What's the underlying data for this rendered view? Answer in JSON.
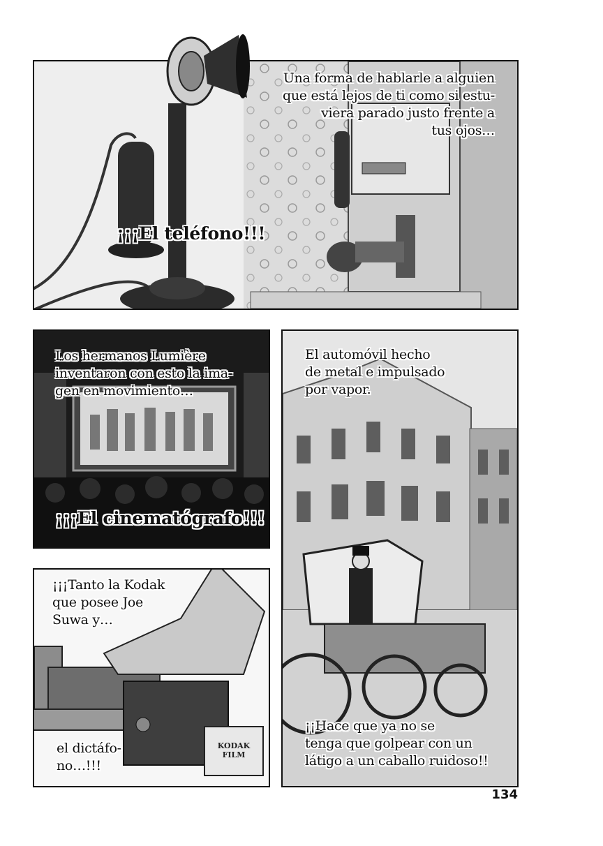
{
  "panels": {
    "telephone": {
      "caption_lines": [
        "Una forma de hablarle a alguien",
        "que está lejos de ti como si estu-",
        "viera parado justo frente a",
        "tus ojos…"
      ],
      "exclamation": "¡¡¡El teléfono!!!"
    },
    "cinema": {
      "caption_lines": [
        "Los hermanos Lumière",
        "inventaron con esto la ima-",
        "gen en movimiento…"
      ],
      "exclamation": "¡¡¡El cinematógrafo!!!"
    },
    "automobile": {
      "caption_lines": [
        "El automóvil hecho",
        "de metal e impulsado",
        "por vapor."
      ],
      "bottom_lines": [
        "¡¡Hace que ya no se",
        "tenga que golpear con un",
        "látigo a un caballo ruidoso!!"
      ]
    },
    "kodak": {
      "caption_lines": [
        "¡¡¡Tanto la Kodak",
        "que posee Joe",
        "Suwa y…"
      ],
      "bottom_lines": [
        "el dictáfo-",
        "no…!!!"
      ],
      "box_label": "KODAK FILM"
    }
  },
  "page_number": "134"
}
